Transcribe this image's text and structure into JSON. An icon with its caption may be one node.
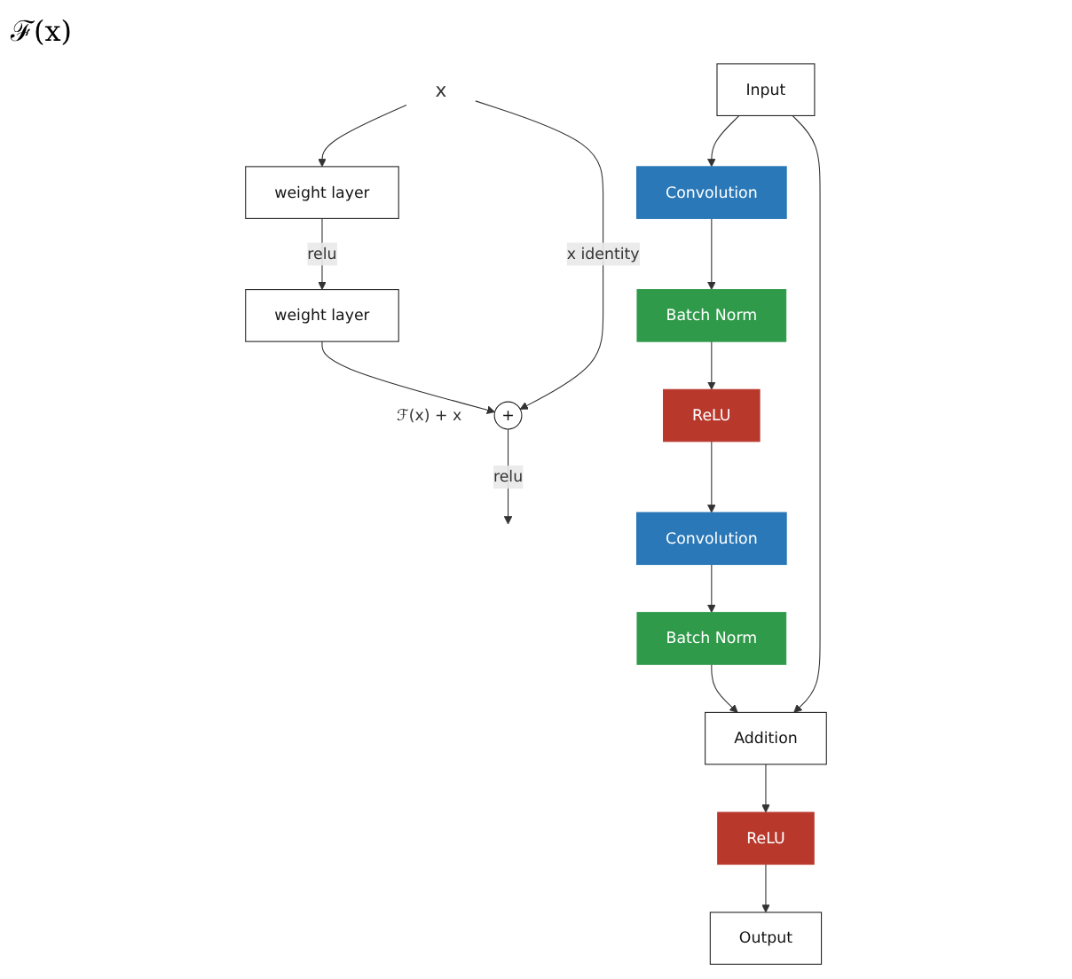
{
  "diagram": {
    "nodes": [
      {
        "text": [
          "x"
        ]
      },
      {
        "text": [
          "weight layer"
        ]
      },
      {
        "text": [
          "weight layer"
        ]
      },
      {
        "text": [
          "+"
        ],
        "beside": [
          "ℱ(x) + x"
        ]
      },
      {
        "text": [
          "Input"
        ]
      },
      {
        "text": [
          "Convolution"
        ]
      },
      {
        "text": [
          "Batch Norm"
        ]
      },
      {
        "text": [
          "ReLU"
        ]
      },
      {
        "text": [
          "Convolution"
        ]
      },
      {
        "text": [
          "Batch Norm"
        ]
      },
      {
        "text": [
          "Addition"
        ]
      },
      {
        "text": [
          "ReLU"
        ]
      },
      {
        "text": [
          "Output"
        ]
      }
    ],
    "edges": [
      {
        "from": 0,
        "to": 1,
        "arrow": "to"
      },
      {
        "from": 1,
        "to": 2,
        "label": "relu",
        "arrow": "to"
      },
      {
        "from": 2,
        "to": 3,
        "arrow": "to"
      },
      {
        "from": 0,
        "to": 3,
        "label": "x identity",
        "arrow": "to"
      },
      {
        "from": 3,
        "to": null,
        "label": "relu",
        "arrow": "to"
      },
      {
        "from": 4,
        "to": 5,
        "arrow": "to"
      },
      {
        "from": 5,
        "to": 6,
        "arrow": "to"
      },
      {
        "from": 6,
        "to": 7,
        "arrow": "to"
      },
      {
        "from": 7,
        "to": 8,
        "arrow": "to"
      },
      {
        "from": 8,
        "to": 9,
        "arrow": "to"
      },
      {
        "from": 9,
        "to": 10,
        "arrow": "to"
      },
      {
        "from": 4,
        "to": 10,
        "arrow": "to"
      },
      {
        "from": 10,
        "to": 11,
        "arrow": "to"
      },
      {
        "from": 11,
        "to": 12,
        "arrow": "to"
      }
    ],
    "labels": [
      "ℱ(x)"
    ]
  }
}
